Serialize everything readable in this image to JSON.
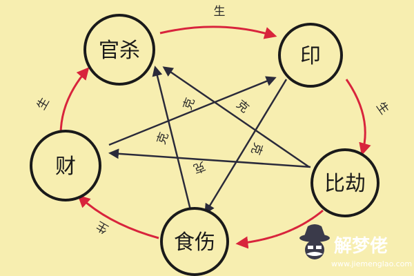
{
  "colors": {
    "background": "#f7eeb0",
    "node_stroke": "#1a1a1a",
    "generate_arrow": "#d8243c",
    "control_arrow": "#2a2a3a"
  },
  "nodes": {
    "guansha": "官杀",
    "yin": "印",
    "bijie": "比劫",
    "shishang": "食伤",
    "cai": "财"
  },
  "generate_labels": {
    "guansha_to_yin": "生",
    "yin_to_bijie": "生",
    "shishang_to_cai": "生",
    "cai_to_guansha": "生"
  },
  "control_labels": {
    "label_1": "克",
    "label_2": "克",
    "label_3": "克",
    "label_4": "克",
    "label_5": "克"
  },
  "watermark": {
    "brand": "解梦佬",
    "url": "www.jiemenglao.com",
    "icon": "detective-hat-mustache-icon"
  }
}
